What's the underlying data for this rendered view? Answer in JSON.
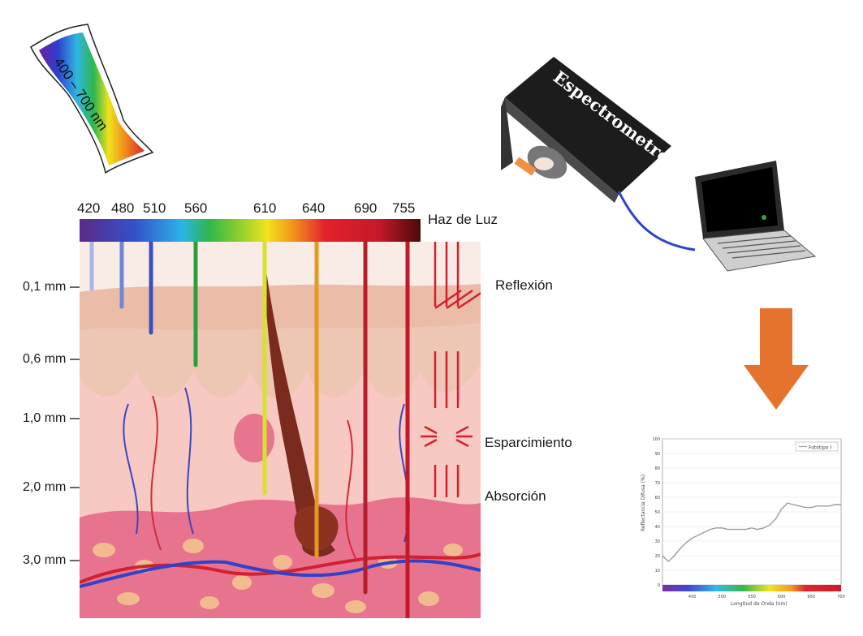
{
  "spectrum_strip": {
    "label": "400 – 700 nm"
  },
  "wavelengths": [
    "420",
    "480",
    "510",
    "560",
    "610",
    "640",
    "690",
    "755"
  ],
  "beam_colors": [
    "#a9b6e6",
    "#6f86d6",
    "#3d4fbf",
    "#2e9e3a",
    "#d8e22b",
    "#e69a1c",
    "#b51f2c",
    "#c2182a"
  ],
  "depth_markers": [
    "0,1 mm",
    "0,6 mm",
    "1,0 mm",
    "2,0 mm",
    "3,0 mm"
  ],
  "processes": {
    "beam": "Haz de Luz",
    "reflection": "Reflexión",
    "scattering": "Esparcimiento",
    "absorption": "Absorción"
  },
  "device": {
    "label": "Espectrometro"
  },
  "colors": {
    "skin_epidermis": "#eec6b4",
    "dermis": "#f6c8c4",
    "hypodermis": "#e8738f",
    "arrow": "#e5732e",
    "vessel_red": "#d41f2f",
    "vessel_blue": "#2f43c9"
  },
  "chart_data": {
    "type": "line",
    "legend": [
      "Fototipo I"
    ],
    "xlabel": "Longitud de Onda (nm)",
    "ylabel": "Reflectancia Difusa (%)",
    "xlim": [
      400,
      700
    ],
    "ylim": [
      0,
      100
    ],
    "xticks": [
      "450",
      "500",
      "550",
      "600",
      "650",
      "700"
    ],
    "yticks": [
      "0",
      "10",
      "20",
      "30",
      "40",
      "50",
      "60",
      "70",
      "80",
      "90",
      "100"
    ],
    "series": [
      {
        "name": "Fototipo I",
        "x": [
          400,
          410,
          420,
          430,
          440,
          450,
          460,
          470,
          480,
          490,
          500,
          510,
          520,
          530,
          540,
          550,
          560,
          570,
          580,
          590,
          600,
          610,
          620,
          630,
          640,
          650,
          660,
          670,
          680,
          690,
          700
        ],
        "y": [
          20,
          16,
          20,
          25,
          29,
          32,
          34,
          36,
          38,
          39,
          39,
          38,
          38,
          38,
          38,
          39,
          38,
          39,
          41,
          45,
          52,
          56,
          55,
          54,
          53,
          53,
          54,
          54,
          54,
          55,
          55
        ]
      }
    ]
  }
}
